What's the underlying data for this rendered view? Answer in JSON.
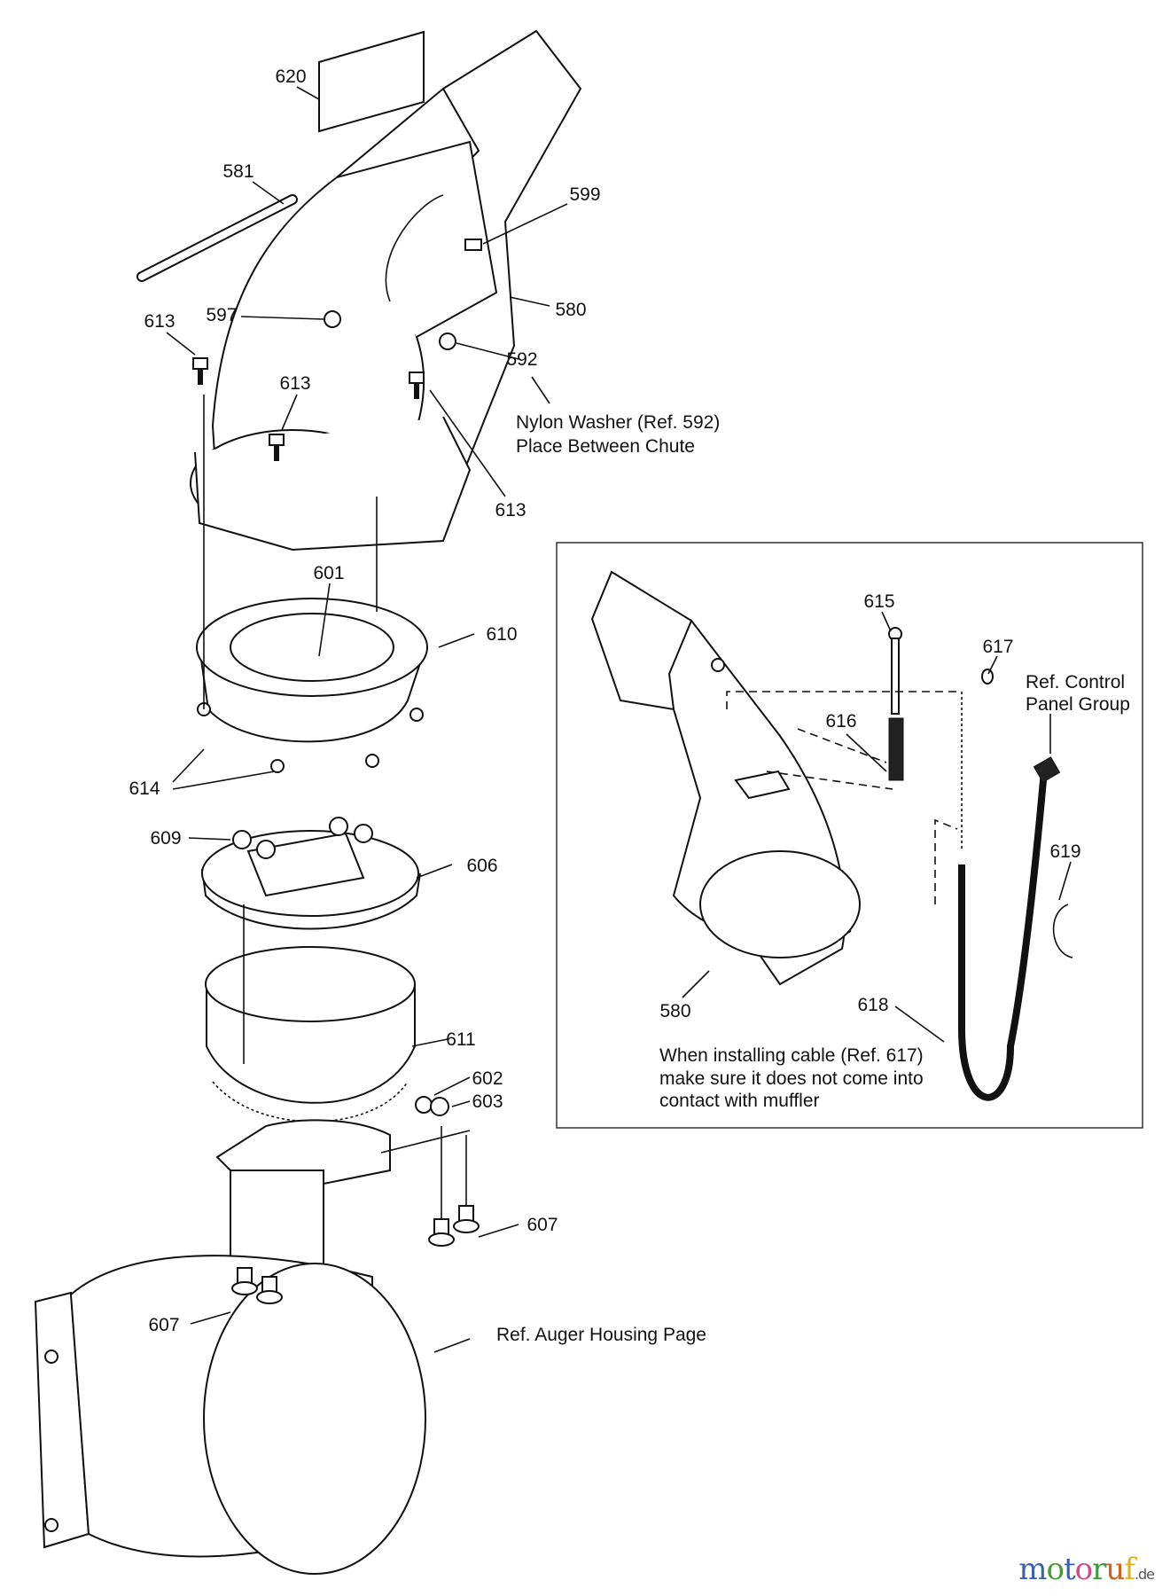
{
  "main_diagram": {
    "labels": {
      "p620": "620",
      "p581": "581",
      "p599": "599",
      "p580": "580",
      "p597": "597",
      "p613a": "613",
      "p592": "592",
      "p613b": "613",
      "p613c": "613",
      "p601": "601",
      "p610": "610",
      "p614": "614",
      "p609": "609",
      "p606": "606",
      "p611": "611",
      "p602": "602",
      "p603": "603",
      "p607a": "607",
      "p607b": "607"
    },
    "notes": {
      "nylon_line1": "Nylon Washer (Ref. 592)",
      "nylon_line2": "Place Between Chute",
      "auger_ref": "Ref. Auger Housing Page"
    }
  },
  "inset": {
    "labels": {
      "p615": "615",
      "p617": "617",
      "p616": "616",
      "p619": "619",
      "p580": "580",
      "p618": "618"
    },
    "control_ref_line1": "Ref.  Control",
    "control_ref_line2": "Panel Group",
    "note_line1": "When installing cable (Ref. 617)",
    "note_line2": "make sure it does not come into",
    "note_line3": "contact with muffler"
  },
  "watermark": {
    "brand": "motoruf",
    "tld": ".de"
  }
}
